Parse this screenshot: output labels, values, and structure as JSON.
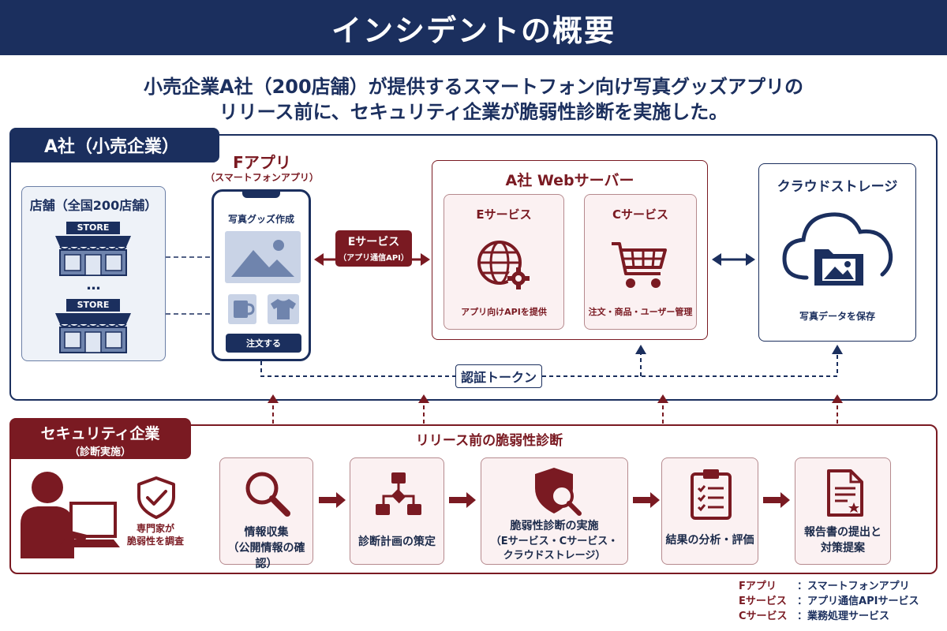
{
  "title": "インシデントの概要",
  "subtitle_line1": "小売企業A社（200店舗）が提供するスマートフォン向け写真グッズアプリの",
  "subtitle_line2": "リリース前に、セキュリティ企業が脆弱性診断を実施した。",
  "company_a": {
    "tab_label": "A社（小売企業）",
    "stores": {
      "label": "店舗（全国200店舗）",
      "store_sign": "STORE",
      "ellipsis": "…"
    },
    "f_app": {
      "title": "Fアプリ",
      "subtitle": "（スマートフォンアプリ）",
      "screen_title": "写真グッズ作成",
      "order_button": "注文する"
    },
    "eservice_badge": {
      "line1": "Eサービス",
      "line2": "（アプリ通信API）"
    },
    "web_server": {
      "title": "A社 Webサーバー",
      "e_service": {
        "title": "Eサービス",
        "caption": "アプリ向けAPIを提供"
      },
      "c_service": {
        "title": "Cサービス",
        "caption": "注文・商品・ユーザー管理"
      }
    },
    "cloud_storage": {
      "title": "クラウドストレージ",
      "caption": "写真データを保存"
    },
    "auth_token": "認証トークン"
  },
  "security_company": {
    "tab_line1": "セキュリティ企業",
    "tab_line2": "（診断実施）",
    "section_title": "リリース前の脆弱性診断",
    "expert_line1": "専門家が",
    "expert_line2": "脆弱性を調査",
    "steps": [
      {
        "line1": "情報収集",
        "line2": "（公開情報の確認）",
        "line3": ""
      },
      {
        "line1": "診断計画の策定",
        "line2": "",
        "line3": ""
      },
      {
        "line1": "脆弱性診断の実施",
        "line2": "（Eサービス・Cサービス・",
        "line3": "クラウドストレージ）"
      },
      {
        "line1": "結果の分析・評価",
        "line2": "",
        "line3": ""
      },
      {
        "line1": "報告書の提出と",
        "line2": "対策提案",
        "line3": ""
      }
    ]
  },
  "legend": [
    {
      "term": "Fアプリ",
      "sep": "：",
      "desc": "スマートフォンアプリ"
    },
    {
      "term": "Eサービス",
      "sep": "：",
      "desc": "アプリ通信APIサービス"
    },
    {
      "term": "Cサービス",
      "sep": "：",
      "desc": "業務処理サービス"
    }
  ],
  "icons": {
    "store": "store-icon",
    "phone": "smartphone-icon",
    "image": "image-icon",
    "mug": "mug-icon",
    "tshirt": "tshirt-icon",
    "globe_gear": "globe-gear-icon",
    "cart": "shopping-cart-icon",
    "cloud_folder": "cloud-folder-icon",
    "person_laptop": "person-laptop-icon",
    "shield_check": "shield-check-icon",
    "magnifier": "magnifier-icon",
    "flowchart": "flowchart-icon",
    "shield_search": "shield-search-icon",
    "clipboard": "clipboard-checklist-icon",
    "report": "report-document-icon"
  },
  "colors": {
    "navy": "#1b2f5e",
    "maroon": "#7a1a22",
    "light_blue": "#eef2f8",
    "light_pink": "#fbf1f2"
  }
}
